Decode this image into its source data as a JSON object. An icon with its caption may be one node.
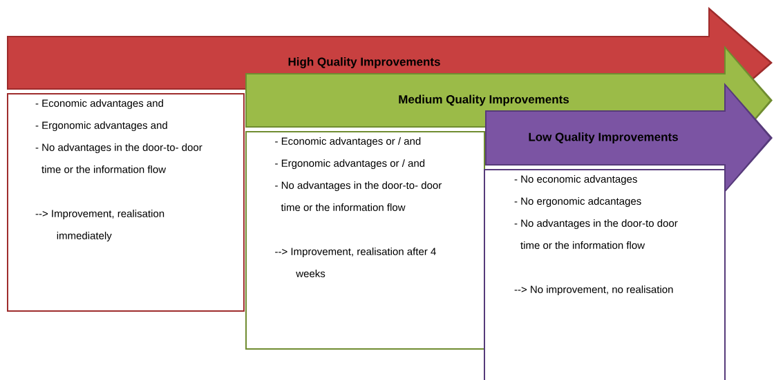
{
  "diagram": {
    "nodes": [
      {
        "text": [
          "High Quality Improvements"
        ]
      },
      {
        "text": [
          "- Economic advantages and",
          "- Ergonomic advantages and",
          "- No advantages in the door-to- door time or the information flow",
          "--> Improvement, realisation immediately"
        ]
      },
      {
        "text": [
          "Medium Quality Improvements"
        ]
      },
      {
        "text": [
          "- Economic advantages or / and",
          "- Ergonomic advantages or / and",
          "- No advantages in the door-to- door time or the information flow",
          "--> Improvement, realisation after 4 weeks"
        ]
      },
      {
        "text": [
          "Low Quality Improvements"
        ]
      },
      {
        "text": [
          "- No economic advantages",
          "- No ergonomic adcantages",
          "- No advantages in the door-to door time or the information flow",
          "--> No improvement, no realisation"
        ]
      }
    ]
  }
}
